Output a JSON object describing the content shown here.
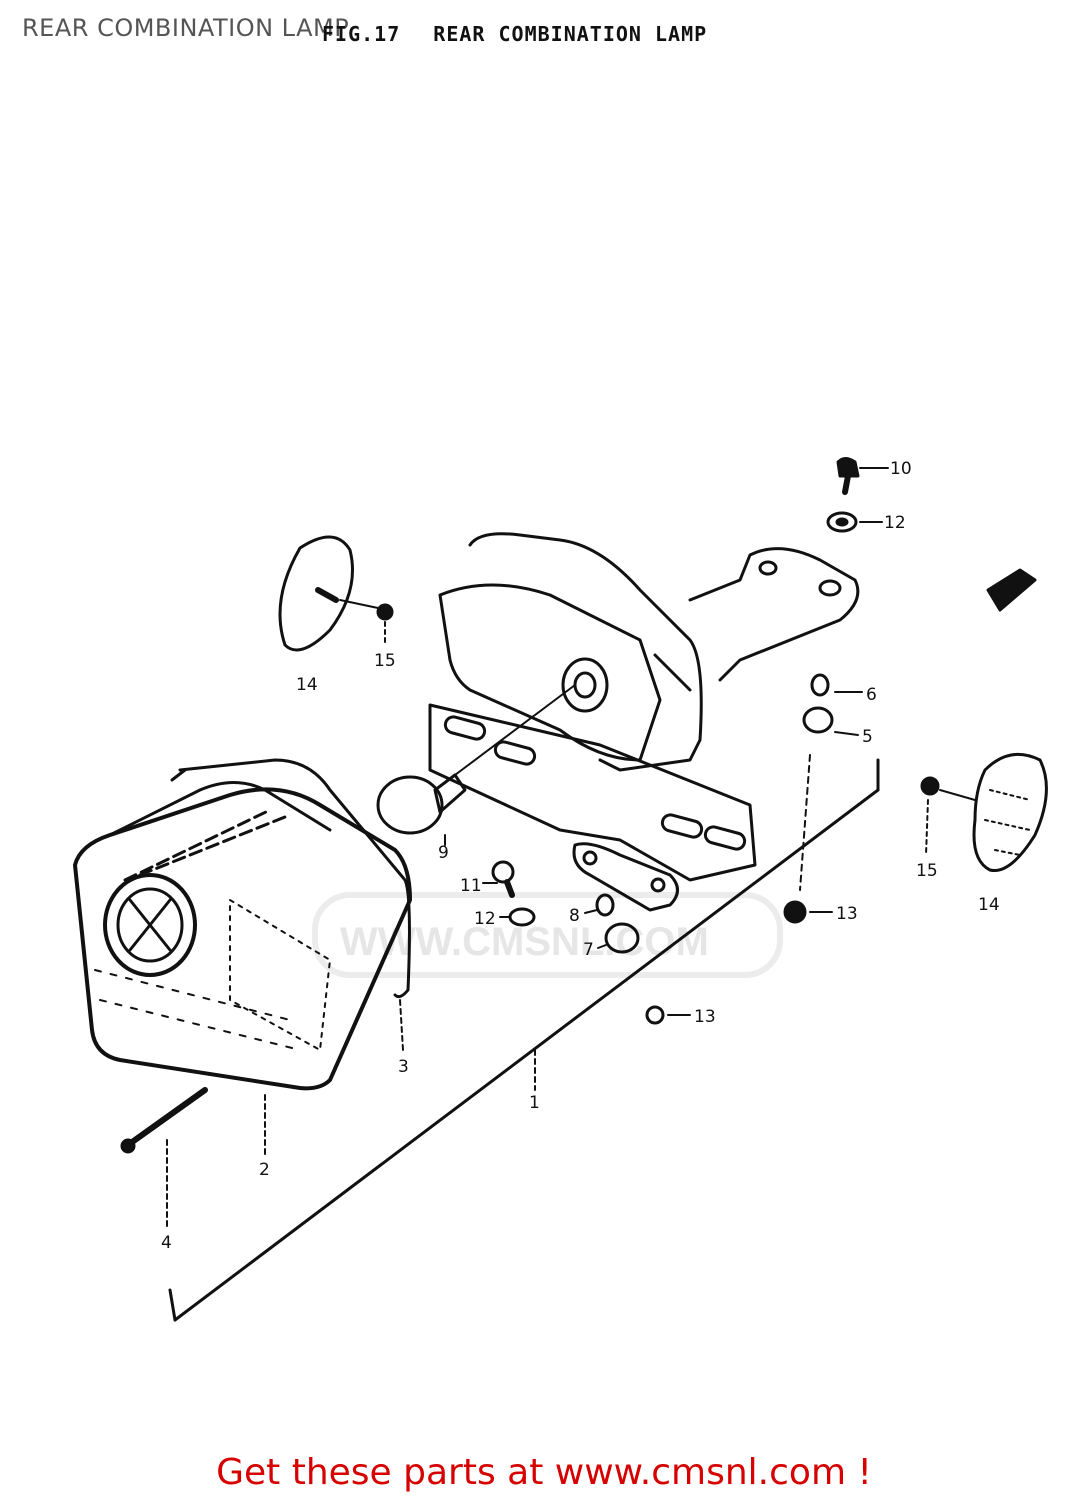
{
  "header": {
    "title": "REAR COMBINATION LAMP",
    "figure_number": "FIG.17",
    "figure_title": "REAR COMBINATION LAMP"
  },
  "watermark": "WWW.CMSNL.COM",
  "callouts": {
    "c1": "1",
    "c2": "2",
    "c3": "3",
    "c4": "4",
    "c5": "5",
    "c6": "6",
    "c7": "7",
    "c8": "8",
    "c9": "9",
    "c10": "10",
    "c11": "11",
    "c12a": "12",
    "c12b": "12",
    "c13a": "13",
    "c13b": "13",
    "c14a": "14",
    "c14b": "14",
    "c15a": "15",
    "c15b": "15"
  },
  "footer": {
    "link_text": "Get these parts at www.cmsnl.com !"
  },
  "colors": {
    "footer_text": "#d60000",
    "line_art": "#111111",
    "title_text": "#555555"
  }
}
